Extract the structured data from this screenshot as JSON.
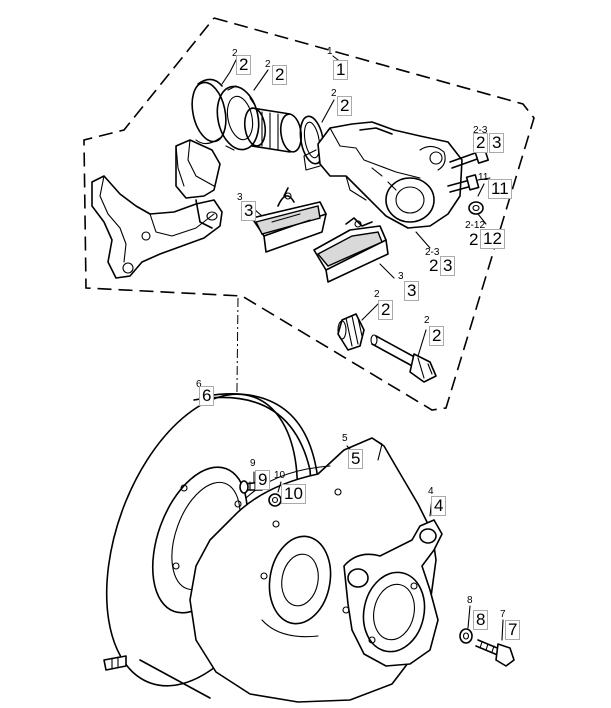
{
  "callouts": [
    {
      "id": "c1",
      "small": "1",
      "label": "1"
    },
    {
      "id": "c2a",
      "small": "2",
      "label": "2"
    },
    {
      "id": "c2b",
      "small": "2",
      "label": "2"
    },
    {
      "id": "c2c",
      "small": "2",
      "label": "2"
    },
    {
      "id": "c23a",
      "small": "2-3",
      "label": "2",
      "label2": "3"
    },
    {
      "id": "c11",
      "small": "11",
      "label": "11"
    },
    {
      "id": "c212",
      "small": "2-12",
      "label": "2",
      "label2": "12"
    },
    {
      "id": "c3a",
      "small": "3",
      "label": "3"
    },
    {
      "id": "c23b",
      "small": "2-3",
      "label": "2",
      "label2": "3"
    },
    {
      "id": "c3b",
      "small": "3",
      "label": "3"
    },
    {
      "id": "c2d",
      "small": "2",
      "label": "2"
    },
    {
      "id": "c2e",
      "small": "2",
      "label": "2"
    },
    {
      "id": "c6",
      "small": "6",
      "label": "6"
    },
    {
      "id": "c5",
      "small": "5",
      "label": "5"
    },
    {
      "id": "c9",
      "small": "9",
      "label": "9"
    },
    {
      "id": "c10",
      "small": "10",
      "label": "10"
    },
    {
      "id": "c4",
      "small": "4",
      "label": "4"
    },
    {
      "id": "c8",
      "small": "8",
      "label": "8"
    },
    {
      "id": "c7",
      "small": "7",
      "label": "7"
    }
  ]
}
